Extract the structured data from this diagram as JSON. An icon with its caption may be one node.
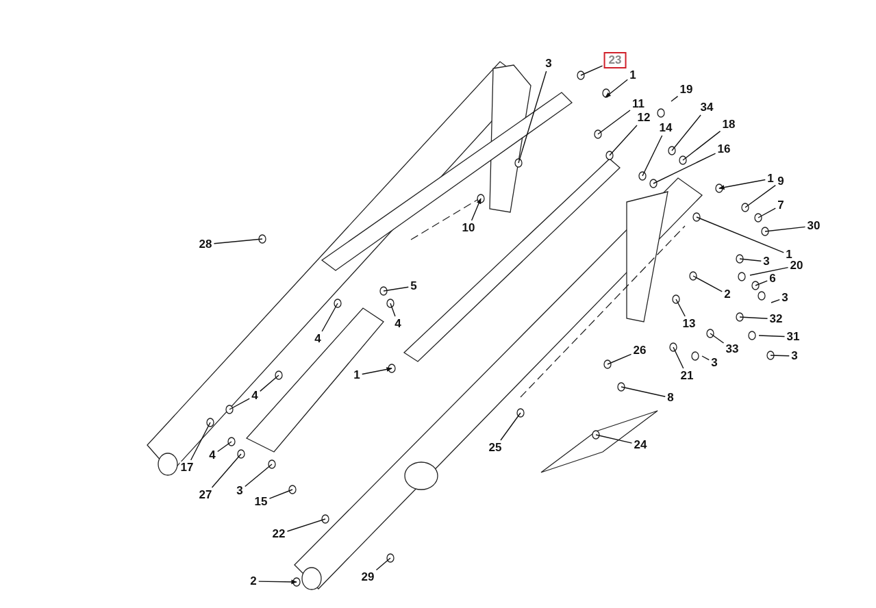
{
  "diagram": {
    "nodes": [
      {
        "text": [
          "23"
        ]
      },
      {
        "text": [
          "3"
        ]
      },
      {
        "text": [
          "1"
        ]
      },
      {
        "text": [
          "19"
        ]
      },
      {
        "text": [
          "11"
        ]
      },
      {
        "text": [
          "12"
        ]
      },
      {
        "text": [
          "34"
        ]
      },
      {
        "text": [
          "14"
        ]
      },
      {
        "text": [
          "18"
        ]
      },
      {
        "text": [
          "16"
        ]
      },
      {
        "text": [
          "28"
        ]
      },
      {
        "text": [
          "10"
        ]
      },
      {
        "text": [
          "1"
        ]
      },
      {
        "text": [
          "9"
        ]
      },
      {
        "text": [
          "7"
        ]
      },
      {
        "text": [
          "30"
        ]
      },
      {
        "text": [
          "1"
        ]
      },
      {
        "text": [
          "3"
        ]
      },
      {
        "text": [
          "20"
        ]
      },
      {
        "text": [
          "6"
        ]
      },
      {
        "text": [
          "2"
        ]
      },
      {
        "text": [
          "3"
        ]
      },
      {
        "text": [
          "5"
        ]
      },
      {
        "text": [
          "4"
        ]
      },
      {
        "text": [
          "4"
        ]
      },
      {
        "text": [
          "13"
        ]
      },
      {
        "text": [
          "32"
        ]
      },
      {
        "text": [
          "31"
        ]
      },
      {
        "text": [
          "33"
        ]
      },
      {
        "text": [
          "3"
        ]
      },
      {
        "text": [
          "26"
        ]
      },
      {
        "text": [
          "1"
        ]
      },
      {
        "text": [
          "21"
        ]
      },
      {
        "text": [
          "3"
        ]
      },
      {
        "text": [
          "4"
        ]
      },
      {
        "text": [
          "8"
        ]
      },
      {
        "text": [
          "25"
        ]
      },
      {
        "text": [
          "24"
        ]
      },
      {
        "text": [
          "4"
        ]
      },
      {
        "text": [
          "17"
        ]
      },
      {
        "text": [
          "27"
        ]
      },
      {
        "text": [
          "3"
        ]
      },
      {
        "text": [
          "15"
        ]
      },
      {
        "text": [
          "22"
        ]
      },
      {
        "text": [
          "29"
        ]
      },
      {
        "text": [
          "2"
        ]
      }
    ],
    "edges": [
      {
        "from": 0,
        "to": null,
        "arrow": "none"
      },
      {
        "from": 1,
        "to": null,
        "arrow": "none"
      },
      {
        "from": 2,
        "to": null,
        "arrow": "to"
      },
      {
        "from": 3,
        "to": null,
        "arrow": "none"
      },
      {
        "from": 4,
        "to": null,
        "arrow": "none"
      },
      {
        "from": 5,
        "to": null,
        "arrow": "none"
      },
      {
        "from": 6,
        "to": null,
        "arrow": "none"
      },
      {
        "from": 7,
        "to": null,
        "arrow": "none"
      },
      {
        "from": 8,
        "to": null,
        "arrow": "none"
      },
      {
        "from": 9,
        "to": null,
        "arrow": "none"
      },
      {
        "from": 10,
        "to": null,
        "arrow": "none"
      },
      {
        "from": 11,
        "to": null,
        "arrow": "to"
      },
      {
        "from": 12,
        "to": null,
        "arrow": "to"
      },
      {
        "from": 13,
        "to": null,
        "arrow": "none"
      },
      {
        "from": 14,
        "to": null,
        "arrow": "none"
      },
      {
        "from": 15,
        "to": null,
        "arrow": "none"
      },
      {
        "from": 16,
        "to": null,
        "arrow": "none"
      },
      {
        "from": 17,
        "to": null,
        "arrow": "none"
      },
      {
        "from": 18,
        "to": null,
        "arrow": "none"
      },
      {
        "from": 19,
        "to": null,
        "arrow": "none"
      },
      {
        "from": 20,
        "to": null,
        "arrow": "none"
      },
      {
        "from": 21,
        "to": null,
        "arrow": "none"
      },
      {
        "from": 22,
        "to": null,
        "arrow": "none"
      },
      {
        "from": 23,
        "to": null,
        "arrow": "none"
      },
      {
        "from": 24,
        "to": null,
        "arrow": "none"
      },
      {
        "from": 25,
        "to": null,
        "arrow": "none"
      },
      {
        "from": 26,
        "to": null,
        "arrow": "none"
      },
      {
        "from": 27,
        "to": null,
        "arrow": "none"
      },
      {
        "from": 28,
        "to": null,
        "arrow": "none"
      },
      {
        "from": 29,
        "to": null,
        "arrow": "none"
      },
      {
        "from": 30,
        "to": null,
        "arrow": "none"
      },
      {
        "from": 31,
        "to": null,
        "arrow": "to"
      },
      {
        "from": 32,
        "to": null,
        "arrow": "none"
      },
      {
        "from": 33,
        "to": null,
        "arrow": "none"
      },
      {
        "from": 34,
        "to": null,
        "arrow": "none"
      },
      {
        "from": 35,
        "to": null,
        "arrow": "none"
      },
      {
        "from": 36,
        "to": null,
        "arrow": "none"
      },
      {
        "from": 37,
        "to": null,
        "arrow": "none"
      },
      {
        "from": 38,
        "to": null,
        "arrow": "none"
      },
      {
        "from": 39,
        "to": null,
        "arrow": "none"
      },
      {
        "from": 40,
        "to": null,
        "arrow": "none"
      },
      {
        "from": 41,
        "to": null,
        "arrow": "none"
      },
      {
        "from": 42,
        "to": null,
        "arrow": "none"
      },
      {
        "from": 43,
        "to": null,
        "arrow": "none"
      },
      {
        "from": 44,
        "to": null,
        "arrow": "none"
      },
      {
        "from": 45,
        "to": null,
        "arrow": "to"
      },
      {
        "from": 34,
        "to": null,
        "arrow": "none"
      }
    ]
  }
}
